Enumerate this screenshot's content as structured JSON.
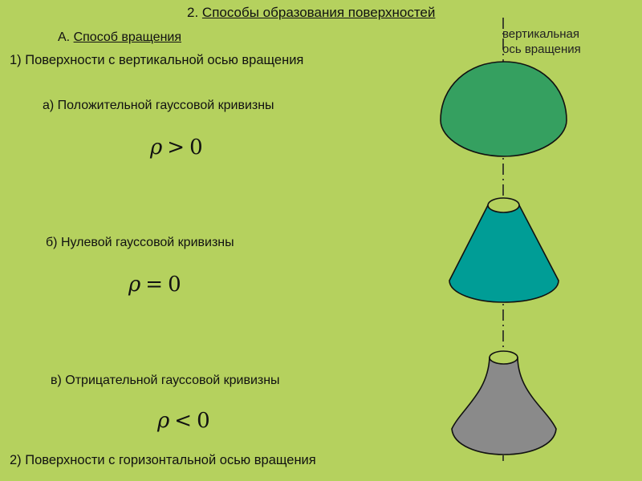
{
  "heading": {
    "number": "2.",
    "title": "Способы образования поверхностей"
  },
  "section_a": {
    "letter": "А.",
    "title": "Способ вращения"
  },
  "item1": "1) Поверхности с вертикальной осью вращения",
  "case_a": "а) Положительной гауссовой кривизны",
  "case_b": "б) Нулевой гауссовой кривизны",
  "case_c": "в) Отрицательной гауссовой кривизны",
  "item2": "2) Поверхности с горизонтальной осью вращения",
  "axis_label": {
    "line1": "вертикальная",
    "line2": "ось вращения"
  },
  "formulas": {
    "symbol": "ρ",
    "f1": {
      "op": ">",
      "value": "0"
    },
    "f2": {
      "op": "=",
      "value": "0"
    },
    "f3": {
      "op": "<",
      "value": "0"
    }
  },
  "colors": {
    "background": "#b5d15e",
    "hemisphere": "#35a060",
    "cone": "#009d96",
    "hyperbolic": "#8a8a8a",
    "outline": "#111111"
  }
}
